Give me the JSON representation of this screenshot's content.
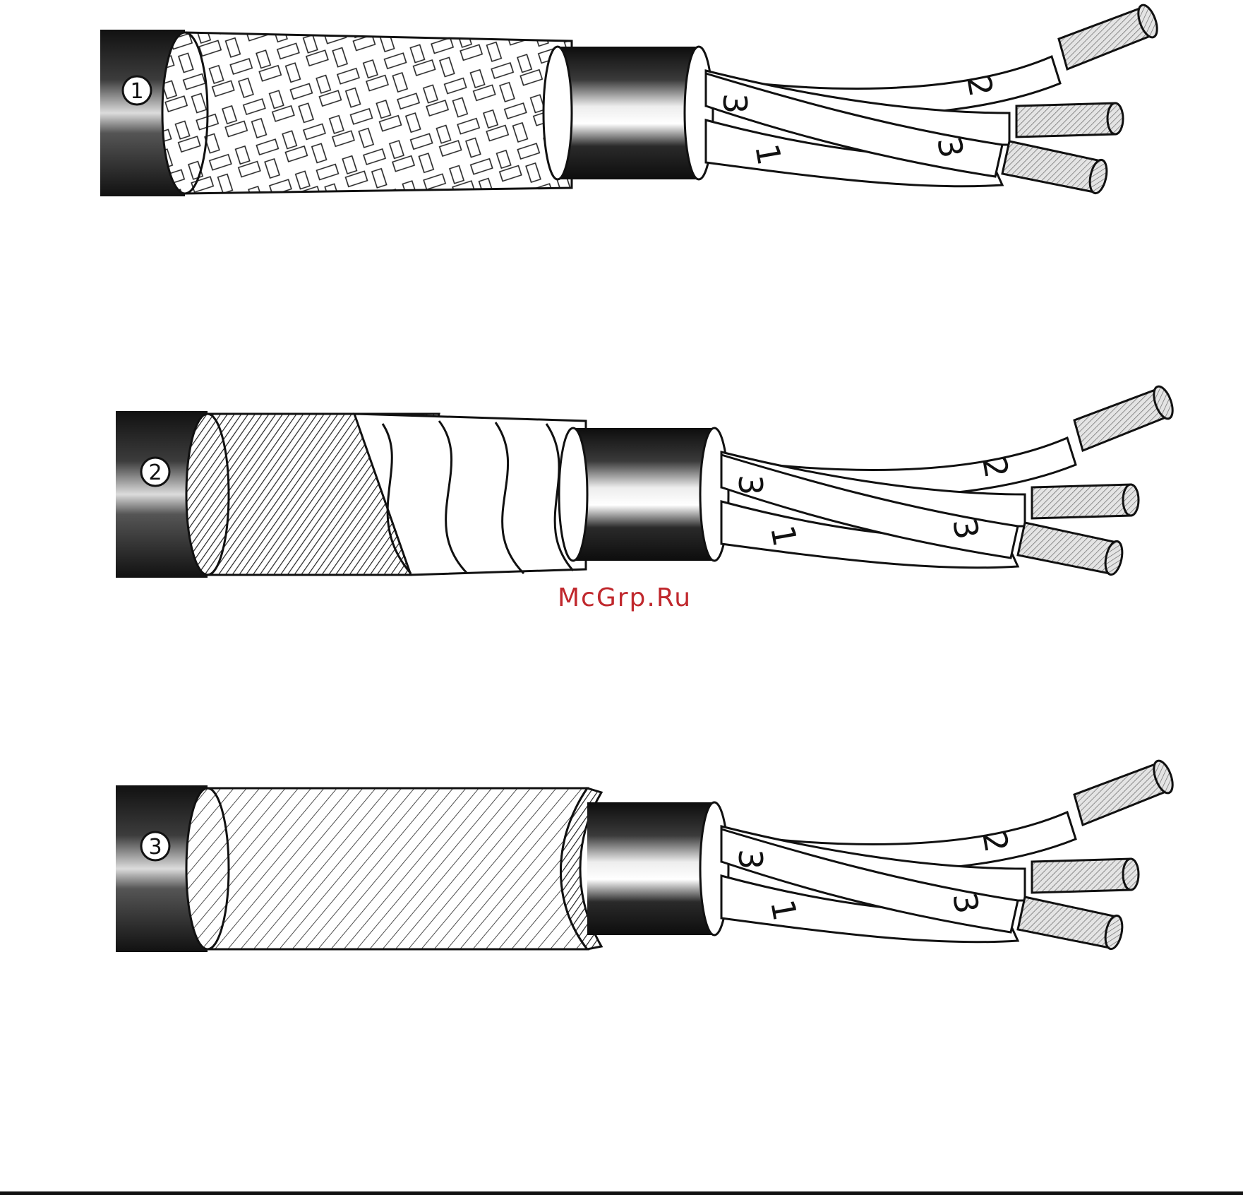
{
  "watermark": {
    "text": "McGrp.Ru"
  },
  "cables": [
    {
      "index": "1",
      "shield": "braided",
      "cores": [
        {
          "label": "3"
        },
        {
          "label": "2"
        },
        {
          "label": "1"
        },
        {
          "label": "3"
        }
      ]
    },
    {
      "index": "2",
      "shield": "helical-wire-and-tape",
      "cores": [
        {
          "label": "3"
        },
        {
          "label": "2"
        },
        {
          "label": "1"
        },
        {
          "label": "3"
        }
      ]
    },
    {
      "index": "3",
      "shield": "helical-foil",
      "cores": [
        {
          "label": "3"
        },
        {
          "label": "2"
        },
        {
          "label": "1"
        },
        {
          "label": "3"
        }
      ]
    }
  ],
  "colors": {
    "jacket": "#1a1a1a",
    "ink": "#111111",
    "watermark": "#c0282d",
    "background": "#ffffff"
  }
}
